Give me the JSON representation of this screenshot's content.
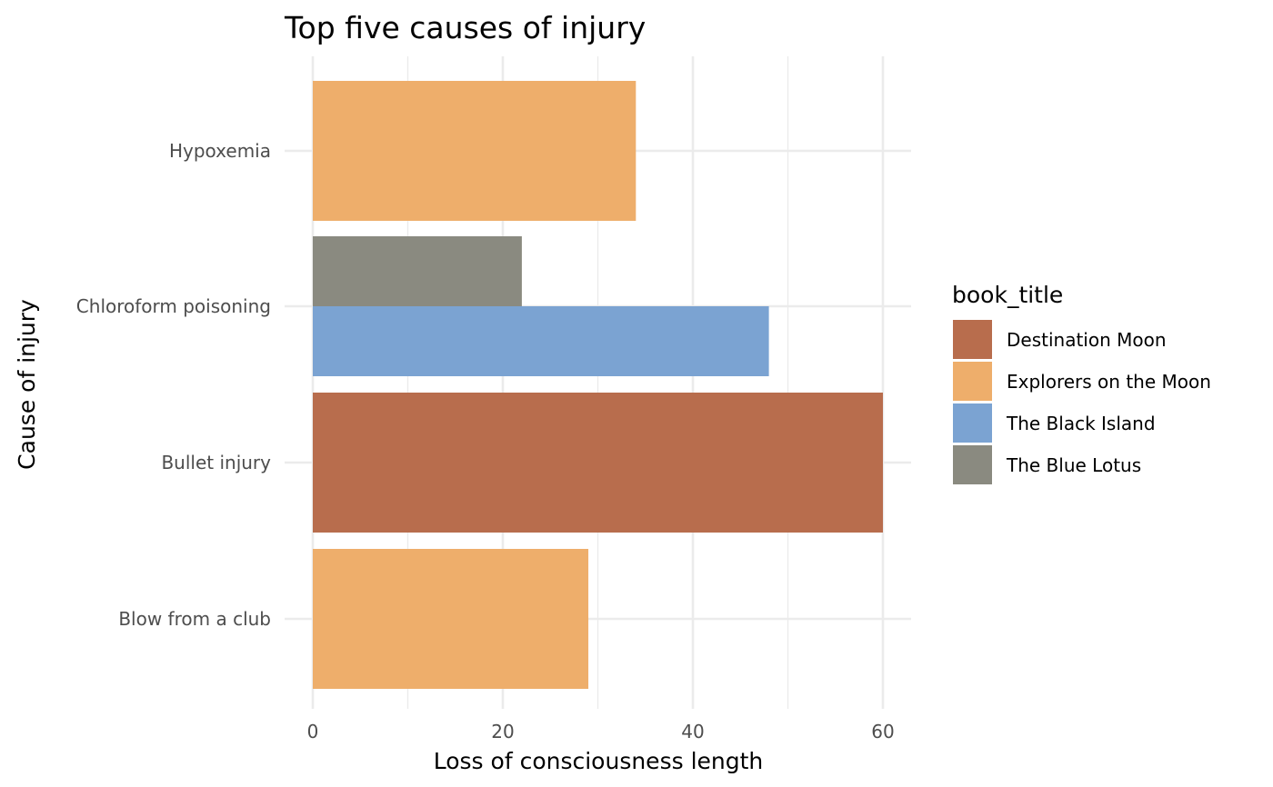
{
  "chart_data": {
    "type": "bar",
    "orientation": "horizontal",
    "position": "dodge",
    "title": "Top five causes of injury",
    "xlabel": "Loss of consciousness length",
    "ylabel": "Cause of injury",
    "xlim": [
      0,
      63
    ],
    "x_ticks": [
      0,
      20,
      40,
      60
    ],
    "grid": true,
    "legend": {
      "title": "book_title",
      "placement": "right",
      "entries": [
        {
          "name": "Destination Moon",
          "color": "#b86d4d"
        },
        {
          "name": "Explorers on the Moon",
          "color": "#eeae6b"
        },
        {
          "name": "The Black Island",
          "color": "#7ba3d2"
        },
        {
          "name": "The Blue Lotus",
          "color": "#8a8a80"
        }
      ]
    },
    "categories": [
      "Blow from a club",
      "Bullet injury",
      "Chloroform poisoning",
      "Hypoxemia"
    ],
    "bars": [
      {
        "category": "Blow from a club",
        "series": "Explorers on the Moon",
        "value": 29
      },
      {
        "category": "Bullet injury",
        "series": "Destination Moon",
        "value": 60
      },
      {
        "category": "Chloroform poisoning",
        "series": "The Black Island",
        "value": 48
      },
      {
        "category": "Chloroform poisoning",
        "series": "The Blue Lotus",
        "value": 22
      },
      {
        "category": "Hypoxemia",
        "series": "Explorers on the Moon",
        "value": 34
      }
    ]
  }
}
